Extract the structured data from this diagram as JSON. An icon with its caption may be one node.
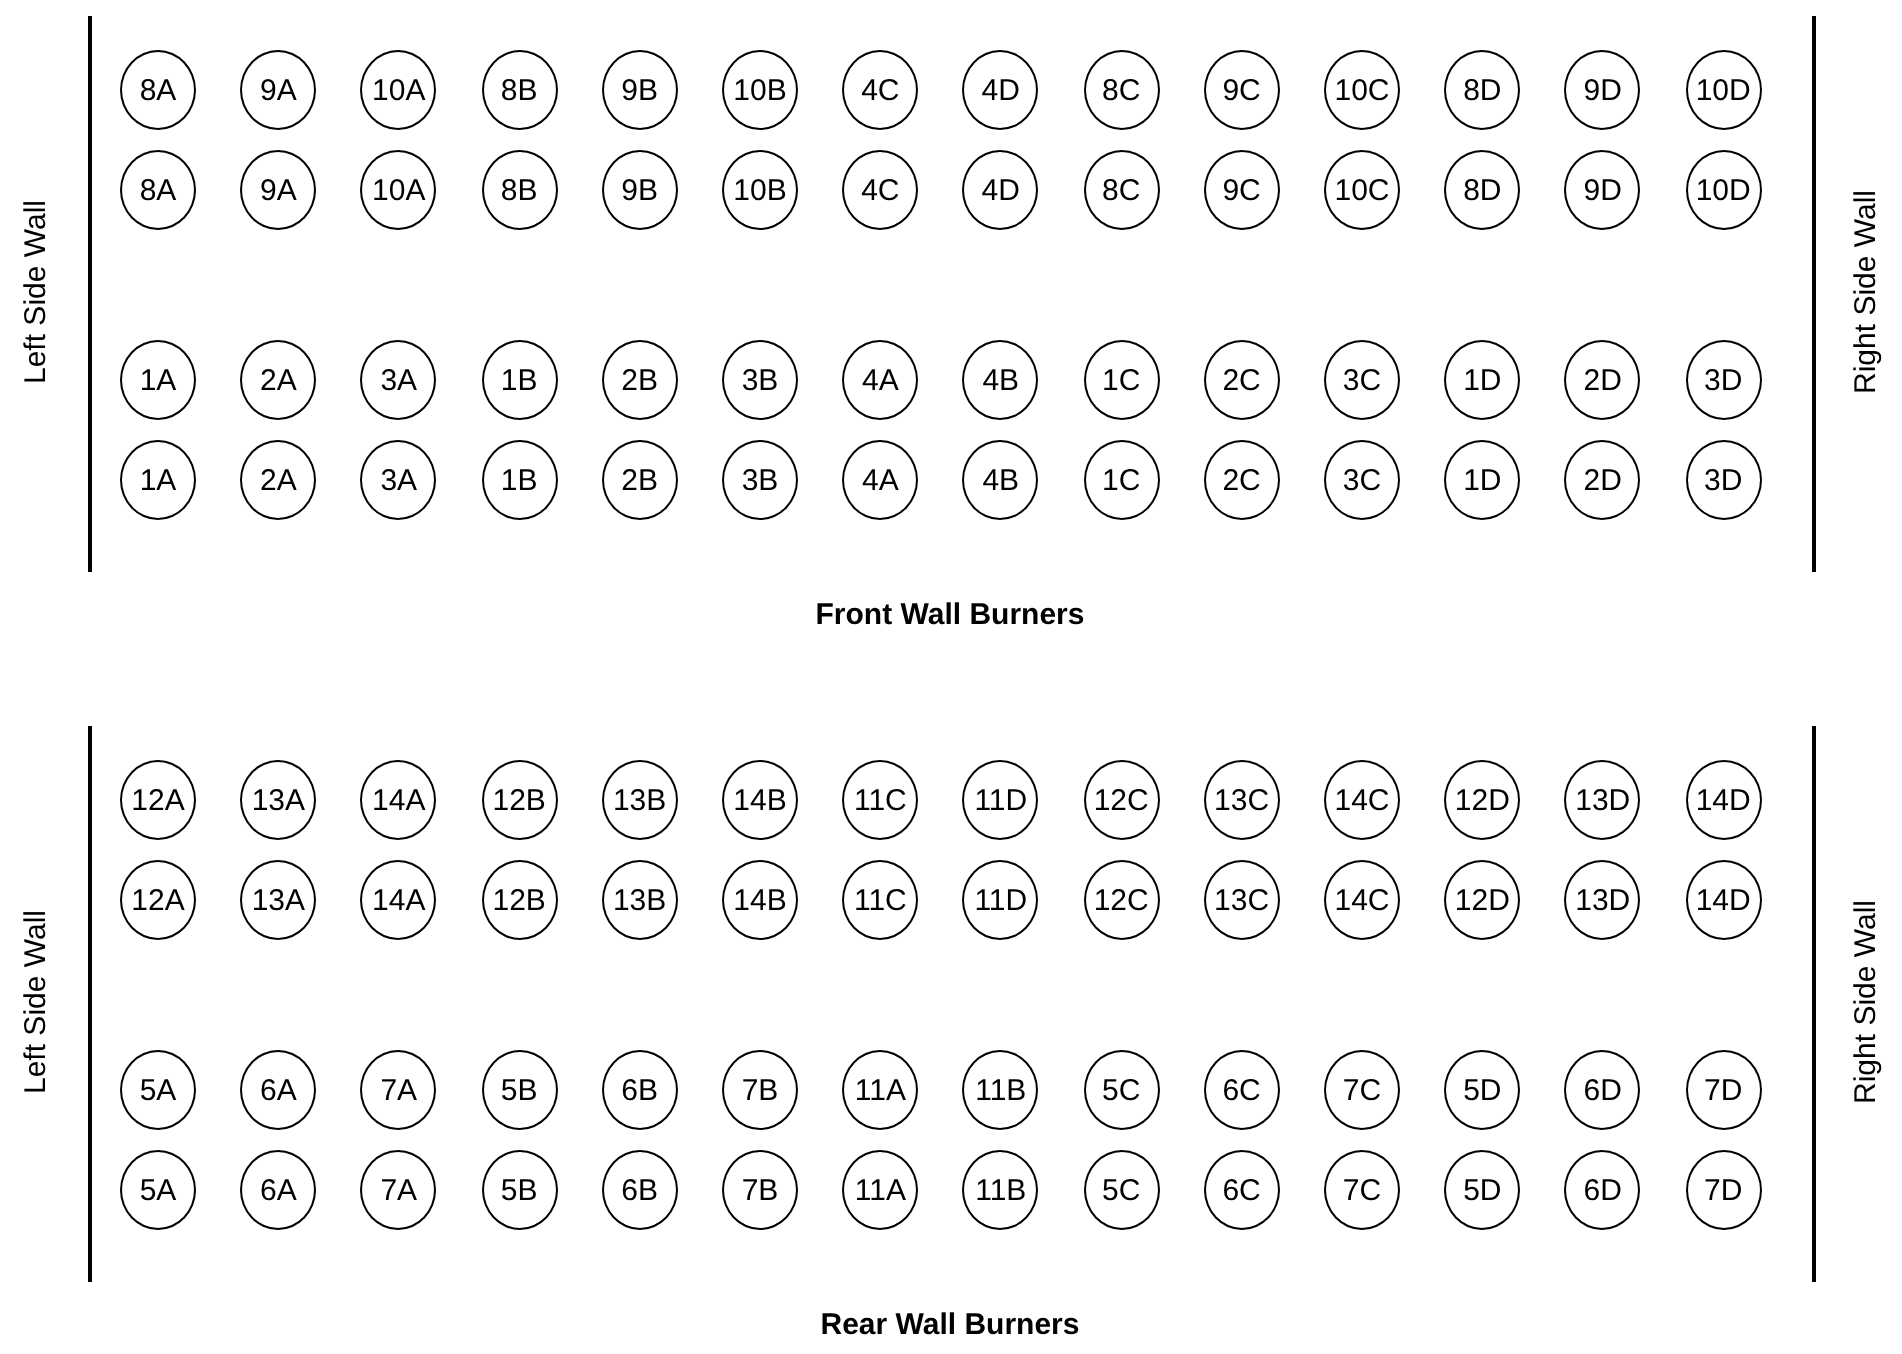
{
  "diagram": {
    "nodes": [
      {
        "text": [
          "8A"
        ]
      },
      {
        "text": [
          "9A"
        ]
      },
      {
        "text": [
          "10A"
        ]
      },
      {
        "text": [
          "8B"
        ]
      },
      {
        "text": [
          "9B"
        ]
      },
      {
        "text": [
          "10B"
        ]
      },
      {
        "text": [
          "4C"
        ]
      },
      {
        "text": [
          "4D"
        ]
      },
      {
        "text": [
          "8C"
        ]
      },
      {
        "text": [
          "9C"
        ]
      },
      {
        "text": [
          "10C"
        ]
      },
      {
        "text": [
          "8D"
        ]
      },
      {
        "text": [
          "9D"
        ]
      },
      {
        "text": [
          "10D"
        ]
      },
      {
        "text": [
          "8A"
        ]
      },
      {
        "text": [
          "9A"
        ]
      },
      {
        "text": [
          "10A"
        ]
      },
      {
        "text": [
          "8B"
        ]
      },
      {
        "text": [
          "9B"
        ]
      },
      {
        "text": [
          "10B"
        ]
      },
      {
        "text": [
          "4C"
        ]
      },
      {
        "text": [
          "4D"
        ]
      },
      {
        "text": [
          "8C"
        ]
      },
      {
        "text": [
          "9C"
        ]
      },
      {
        "text": [
          "10C"
        ]
      },
      {
        "text": [
          "8D"
        ]
      },
      {
        "text": [
          "9D"
        ]
      },
      {
        "text": [
          "10D"
        ]
      },
      {
        "text": [
          "1A"
        ]
      },
      {
        "text": [
          "2A"
        ]
      },
      {
        "text": [
          "3A"
        ]
      },
      {
        "text": [
          "1B"
        ]
      },
      {
        "text": [
          "2B"
        ]
      },
      {
        "text": [
          "3B"
        ]
      },
      {
        "text": [
          "4A"
        ]
      },
      {
        "text": [
          "4B"
        ]
      },
      {
        "text": [
          "1C"
        ]
      },
      {
        "text": [
          "2C"
        ]
      },
      {
        "text": [
          "3C"
        ]
      },
      {
        "text": [
          "1D"
        ]
      },
      {
        "text": [
          "2D"
        ]
      },
      {
        "text": [
          "3D"
        ]
      },
      {
        "text": [
          "1A"
        ]
      },
      {
        "text": [
          "2A"
        ]
      },
      {
        "text": [
          "3A"
        ]
      },
      {
        "text": [
          "1B"
        ]
      },
      {
        "text": [
          "2B"
        ]
      },
      {
        "text": [
          "3B"
        ]
      },
      {
        "text": [
          "4A"
        ]
      },
      {
        "text": [
          "4B"
        ]
      },
      {
        "text": [
          "1C"
        ]
      },
      {
        "text": [
          "2C"
        ]
      },
      {
        "text": [
          "3C"
        ]
      },
      {
        "text": [
          "1D"
        ]
      },
      {
        "text": [
          "2D"
        ]
      },
      {
        "text": [
          "3D"
        ]
      },
      {
        "text": [
          "12A"
        ]
      },
      {
        "text": [
          "13A"
        ]
      },
      {
        "text": [
          "14A"
        ]
      },
      {
        "text": [
          "12B"
        ]
      },
      {
        "text": [
          "13B"
        ]
      },
      {
        "text": [
          "14B"
        ]
      },
      {
        "text": [
          "11C"
        ]
      },
      {
        "text": [
          "11D"
        ]
      },
      {
        "text": [
          "12C"
        ]
      },
      {
        "text": [
          "13C"
        ]
      },
      {
        "text": [
          "14C"
        ]
      },
      {
        "text": [
          "12D"
        ]
      },
      {
        "text": [
          "13D"
        ]
      },
      {
        "text": [
          "14D"
        ]
      },
      {
        "text": [
          "12A"
        ]
      },
      {
        "text": [
          "13A"
        ]
      },
      {
        "text": [
          "14A"
        ]
      },
      {
        "text": [
          "12B"
        ]
      },
      {
        "text": [
          "13B"
        ]
      },
      {
        "text": [
          "14B"
        ]
      },
      {
        "text": [
          "11C"
        ]
      },
      {
        "text": [
          "11D"
        ]
      },
      {
        "text": [
          "12C"
        ]
      },
      {
        "text": [
          "13C"
        ]
      },
      {
        "text": [
          "14C"
        ]
      },
      {
        "text": [
          "12D"
        ]
      },
      {
        "text": [
          "13D"
        ]
      },
      {
        "text": [
          "14D"
        ]
      },
      {
        "text": [
          "5A"
        ]
      },
      {
        "text": [
          "6A"
        ]
      },
      {
        "text": [
          "7A"
        ]
      },
      {
        "text": [
          "5B"
        ]
      },
      {
        "text": [
          "6B"
        ]
      },
      {
        "text": [
          "7B"
        ]
      },
      {
        "text": [
          "11A"
        ]
      },
      {
        "text": [
          "11B"
        ]
      },
      {
        "text": [
          "5C"
        ]
      },
      {
        "text": [
          "6C"
        ]
      },
      {
        "text": [
          "7C"
        ]
      },
      {
        "text": [
          "5D"
        ]
      },
      {
        "text": [
          "6D"
        ]
      },
      {
        "text": [
          "7D"
        ]
      },
      {
        "text": [
          "5A"
        ]
      },
      {
        "text": [
          "6A"
        ]
      },
      {
        "text": [
          "7A"
        ]
      },
      {
        "text": [
          "5B"
        ]
      },
      {
        "text": [
          "6B"
        ]
      },
      {
        "text": [
          "7B"
        ]
      },
      {
        "text": [
          "11A"
        ]
      },
      {
        "text": [
          "11B"
        ]
      },
      {
        "text": [
          "5C"
        ]
      },
      {
        "text": [
          "6C"
        ]
      },
      {
        "text": [
          "7C"
        ]
      },
      {
        "text": [
          "5D"
        ]
      },
      {
        "text": [
          "6D"
        ]
      },
      {
        "text": [
          "7D"
        ]
      }
    ],
    "labels": [
      "Left Side Wall",
      "Right Side Wall",
      "Front Wall Burners",
      "Left Side Wall",
      "Right Side Wall",
      "Rear Wall Burners"
    ]
  }
}
